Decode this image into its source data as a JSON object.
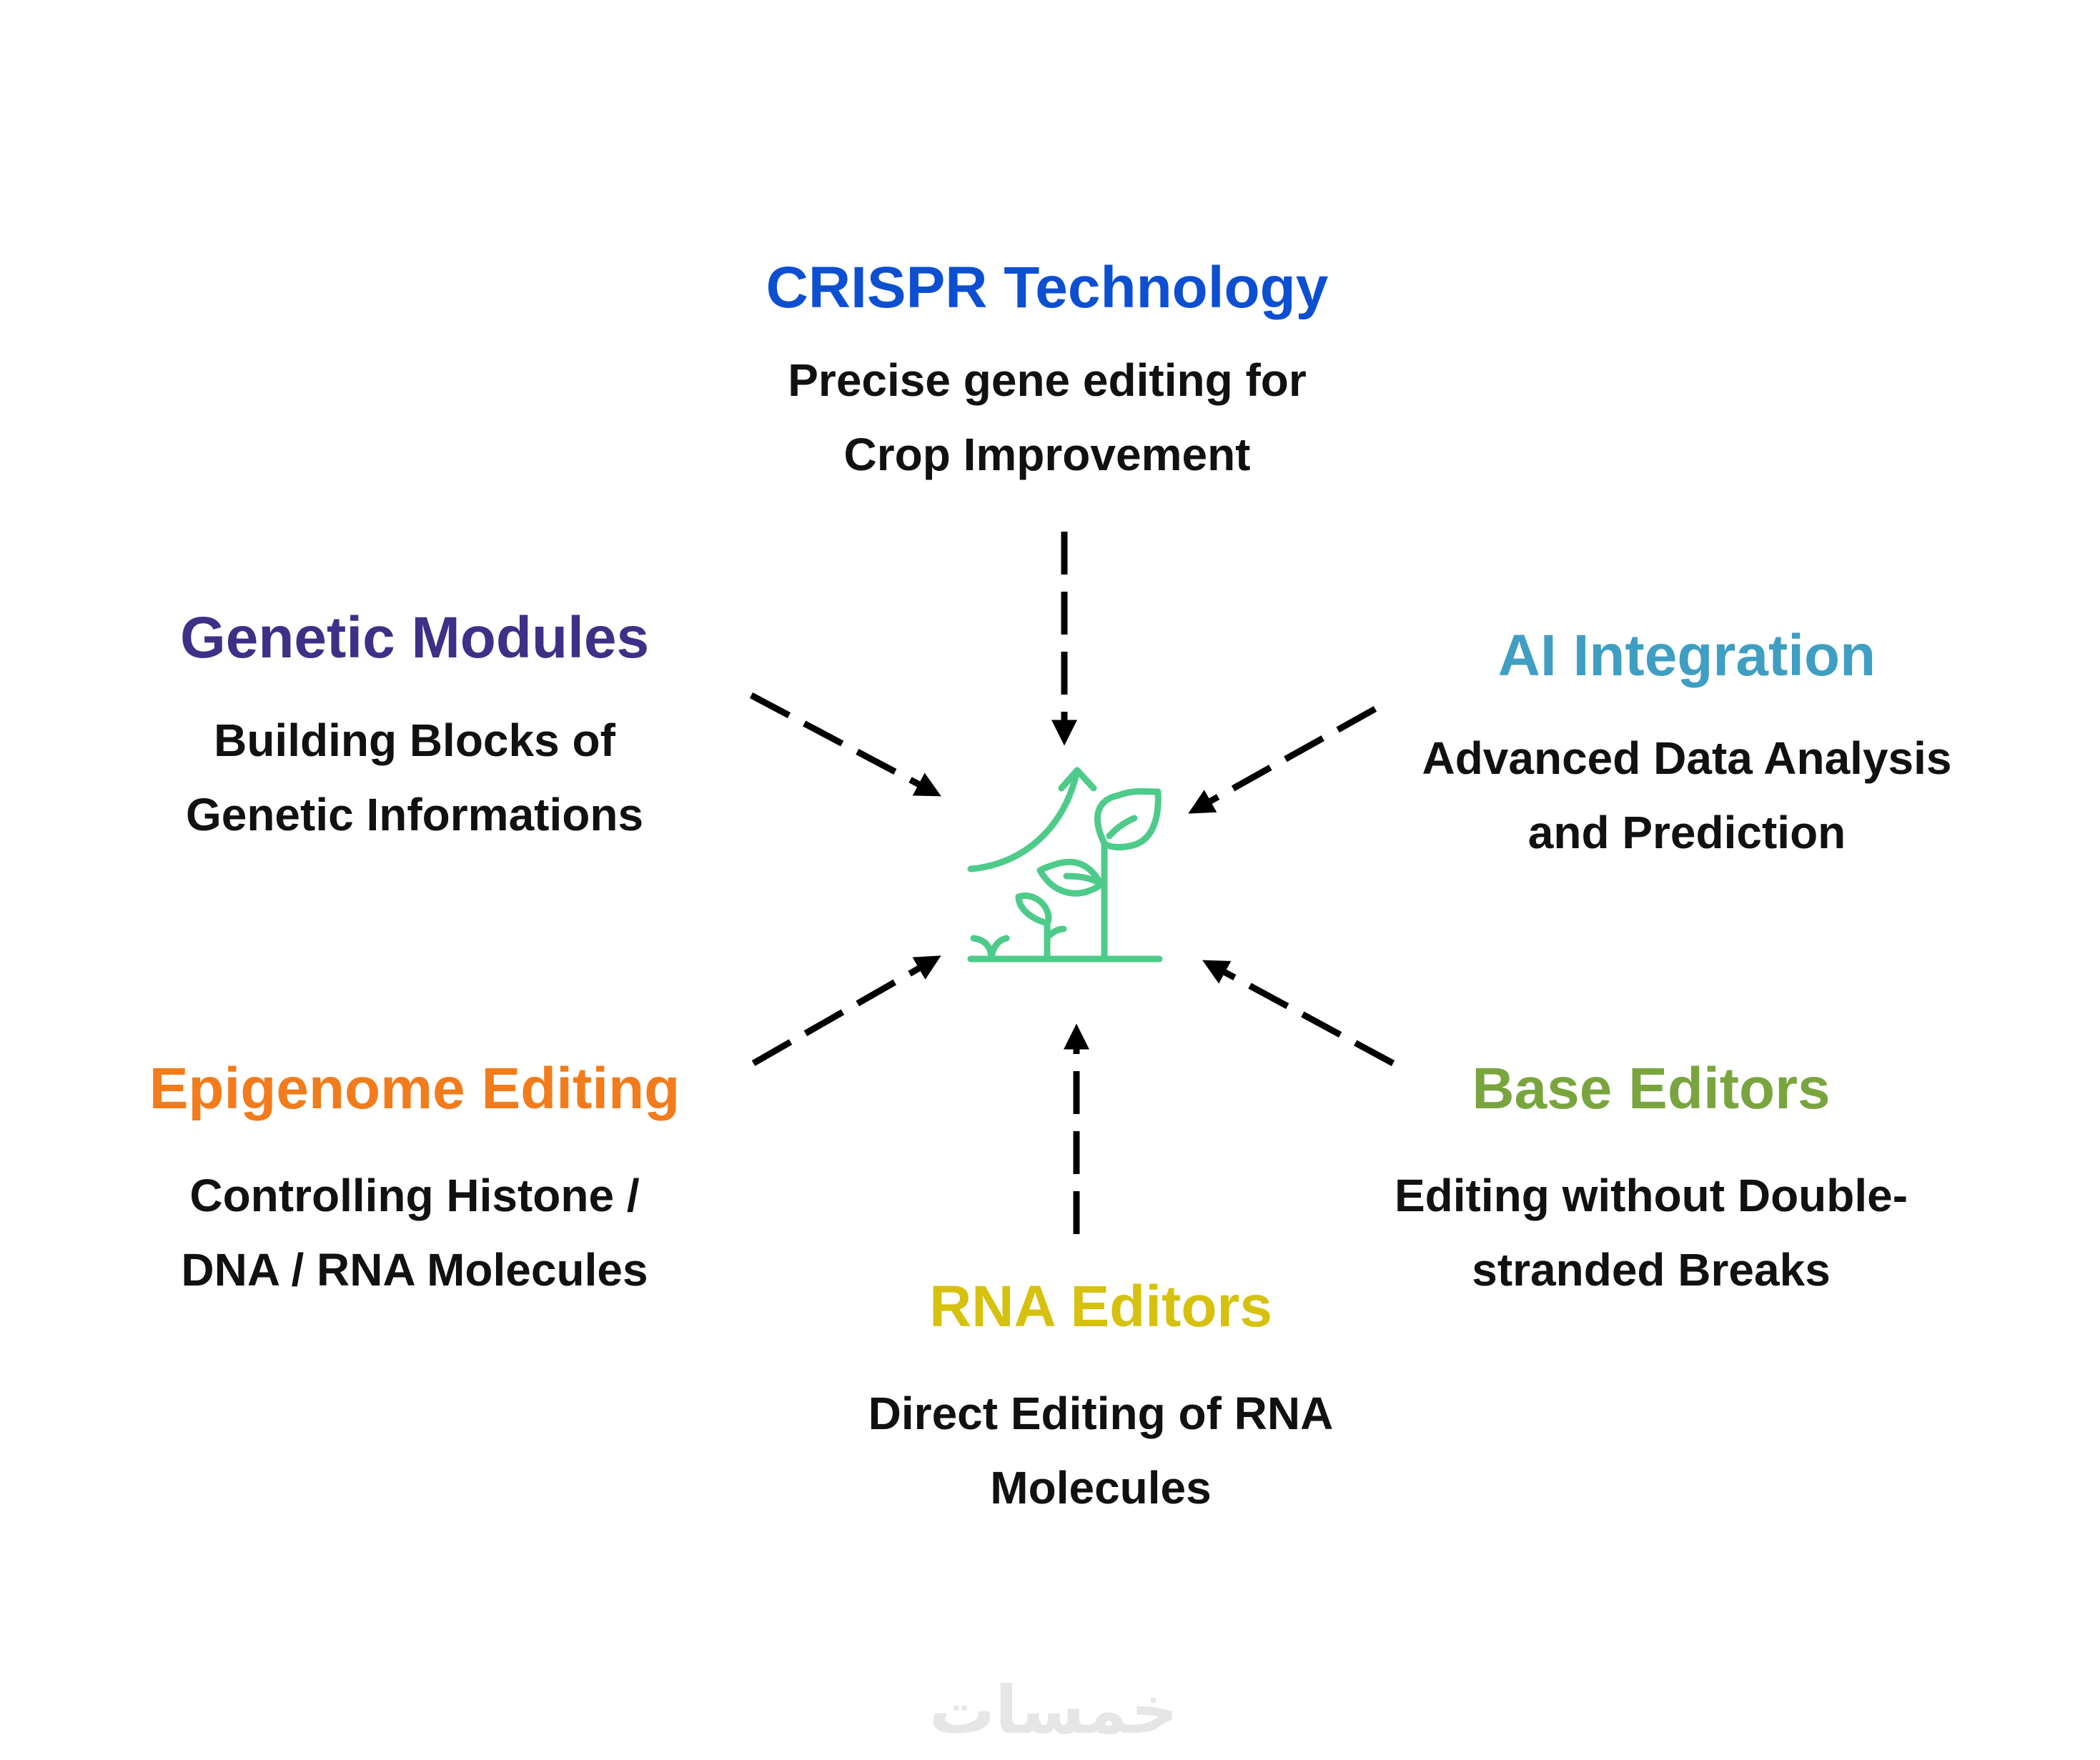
{
  "center_icon": "plant-growth-icon",
  "colors": {
    "crispr": "#0d4fd1",
    "genetic": "#3f2f86",
    "ai": "#3f9ec2",
    "epigenome": "#f27c1b",
    "base": "#7aa53e",
    "rna": "#d6c10e",
    "icon": "#4ecb8b"
  },
  "nodes": {
    "crispr": {
      "title": "CRISPR Technology",
      "line1": "Precise gene editing for",
      "line2": "Crop Improvement"
    },
    "genetic": {
      "title": "Genetic Modules",
      "line1": "Building Blocks of",
      "line2": "Genetic Informations"
    },
    "ai": {
      "title": "AI Integration",
      "line1": "Advanced Data Analysis",
      "line2": "and Prediction"
    },
    "epigenome": {
      "title": "Epigenome Editing",
      "line1": "Controlling Histone /",
      "line2": "DNA / RNA Molecules"
    },
    "base": {
      "title": "Base Editors",
      "line1": "Editing without Double-",
      "line2": "stranded Breaks"
    },
    "rna": {
      "title": "RNA Editors",
      "line1": "Direct Editing of RNA",
      "line2": "Molecules"
    }
  },
  "watermark": "خمسات"
}
